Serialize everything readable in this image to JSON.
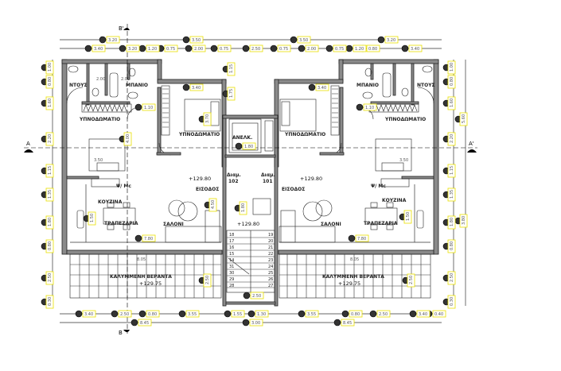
{
  "drawing": {
    "sections": {
      "a": "A",
      "a_prime": "A'",
      "b": "B",
      "b_prime": "B'"
    },
    "rooms": {
      "shower": "ΝΤΟΥΣ",
      "bath": "ΜΠΑΝΙΟ",
      "bedroom": "ΥΠΝΟΔΩΜΑΤΙΟ",
      "elevator": "ΑΝΕΛΚ.",
      "kitchen": "ΚΟΥΖΙΝΑ",
      "dining": "ΤΡΑΠΕΖΑΡΙΑ",
      "living": "ΣΑΛΟΝΙ",
      "entrance": "ΕΙΣΟΔΟΣ",
      "veranda": "ΚΑΛΥΜΜΕΝΗ ΒΕΡΑΝΤΑ",
      "apt_left": "Διαμ.\n102",
      "apt_left_label": "Διαμ.",
      "apt_left_no": "102",
      "apt_right_label": "Διαμ.",
      "apt_right_no": "101",
      "fridge": "Ψ/ Mc",
      "fridge2": "Ψ"
    },
    "levels": {
      "floor": "+129.80",
      "veranda": "+129.75"
    },
    "interior_dims": {
      "shower_w": "2.00",
      "bath_w": "2.00",
      "bed_w": "3.50",
      "bed1_h": "4.00",
      "bed2_h": "3.70",
      "elev": "1.80",
      "veranda_w": "8.05",
      "veranda_w_r": "8.05",
      "stair_w": "2.50"
    },
    "stair_steps_left": [
      "18",
      "17",
      "16",
      "15",
      "14",
      "31",
      "30",
      "29",
      "28"
    ],
    "stair_steps_right": [
      "19",
      "20",
      "21",
      "22",
      "23",
      "24",
      "25",
      "26",
      "27"
    ],
    "dims_top_1": [
      "3.20",
      "3.50",
      "3.50",
      "3.20"
    ],
    "dims_top_2": [
      "3.40",
      "3.20",
      "1.20",
      "0.75",
      "2.00",
      "0.75",
      "2.50",
      "0.75",
      "2.00",
      "0.75",
      "1.20",
      "0.80",
      "3.40"
    ],
    "dims_left": [
      "1.00",
      "0.80",
      "1.60",
      "2.20",
      "1.15",
      "1.35",
      "1.80",
      "0.80",
      "2.50",
      "0.30"
    ],
    "dims_right": [
      "1.00",
      "0.80",
      "1.60",
      "2.20",
      "1.15",
      "1.35",
      "1.80",
      "0.80",
      "2.50",
      "0.30"
    ],
    "dims_right_outer": [
      "5.60",
      "3.80"
    ],
    "dims_bottom_1": [
      "3.40",
      "2.50",
      "0.80",
      "3.55",
      "1.55",
      "1.30",
      "3.55",
      "0.80",
      "2.50",
      "3.40",
      "0.40"
    ],
    "dims_bottom_2": [
      "8.45",
      "3.00",
      "8.45"
    ],
    "dims_inner": [
      "3.40",
      "1.10",
      "1.15",
      "1.75",
      "1.50",
      "4.50",
      "1.80",
      "7.80",
      "2.50",
      "3.40",
      "1.10",
      "1.50",
      "7.80",
      "2.50"
    ],
    "colors": {
      "wall": "#8a8a8a",
      "dim_box": "#e8e000",
      "bubble": "#333333"
    }
  }
}
